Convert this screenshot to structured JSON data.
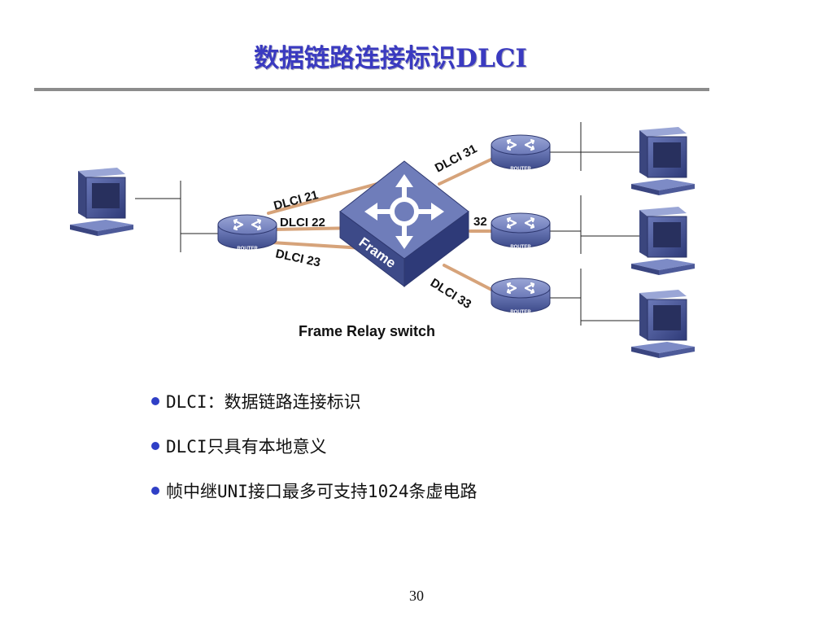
{
  "title": "数据链路连接标识DLCI",
  "diagram": {
    "switch_label": "Frame",
    "switch_caption": "Frame Relay switch",
    "router_label": "ROUTER",
    "dlci_labels": {
      "dlci21": "DLCI 21",
      "dlci22": "DLCI 22",
      "dlci23": "DLCI 23",
      "dlci31": "DLCI 31",
      "dlci32": "32",
      "dlci33": "DLCI 33"
    }
  },
  "bullets": [
    "DLCI：数据链路连接标识",
    "DLCI只具有本地意义",
    "帧中继UNI接口最多可支持1024条虚电路"
  ],
  "page_number": "30",
  "colors": {
    "title": "#3a3ac0",
    "bullet": "#2f3fc6",
    "device_blue": "#4a5a9c",
    "link": "#d6a37a"
  }
}
